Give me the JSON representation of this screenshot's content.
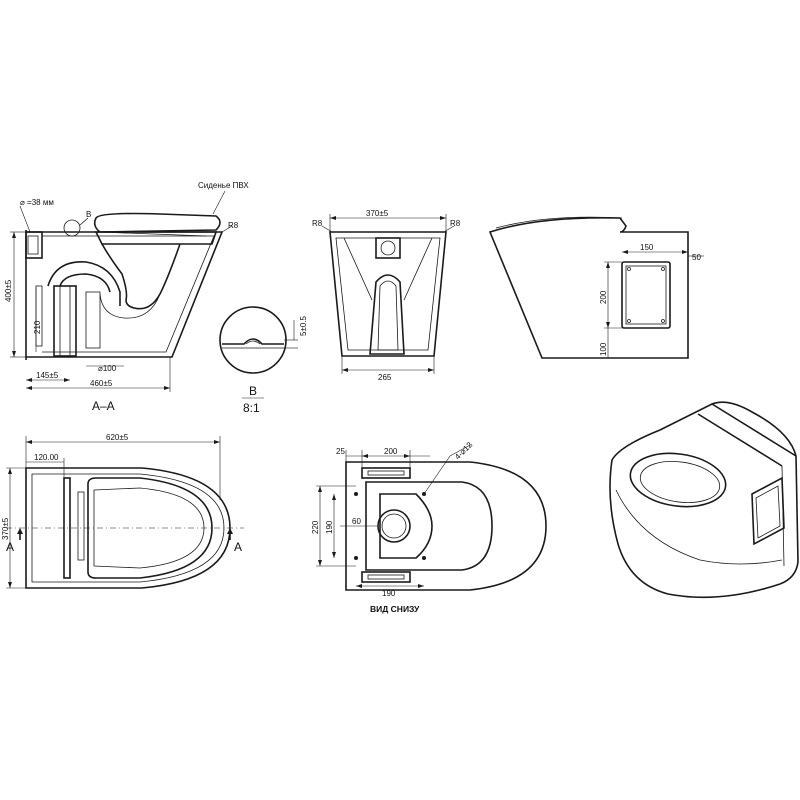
{
  "labels": {
    "seat_note": "Сиденье ПВХ",
    "pipe_diam": "⌀ =38 мм",
    "callout_b": "B",
    "r8_a": "R8",
    "r8_b": "R8",
    "r8_c": "R8",
    "dim_400": "400±5",
    "dim_210": "210",
    "dim_d100": "⌀100",
    "dim_145": "145±5",
    "dim_460": "460±5",
    "section_aa": "A–A",
    "detail_letter": "B",
    "detail_scale": "8:1",
    "dim_5": "5±0.5",
    "dim_370_front": "370±5",
    "dim_265": "265",
    "dim_150": "150",
    "dim_50": "50",
    "dim_200_side": "200",
    "dim_100_side": "100",
    "dim_620": "620±5",
    "dim_120": "120.00",
    "dim_370_plan": "370±5",
    "mark_a_left": "A",
    "mark_a_right": "A",
    "dim_25": "25",
    "dim_200_bottom": "200",
    "dim_4x12": "4-⌀12",
    "dim_220": "220",
    "dim_190_v": "190",
    "dim_60": "60",
    "dim_190_h": "190",
    "bottom_view": "ВИД СНИЗУ"
  }
}
